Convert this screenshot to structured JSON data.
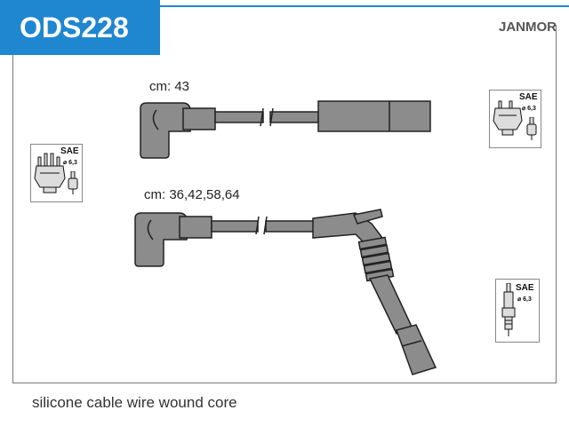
{
  "header": {
    "part_code": "ODS228",
    "brand": "JANMOR"
  },
  "cables": [
    {
      "length_label": "cm: 43"
    },
    {
      "length_label": "cm: 36,42,58,64"
    }
  ],
  "connectors": {
    "left_distributor": {
      "standard": "SAE",
      "diameter": "⌀ 6,3"
    },
    "right_distributor": {
      "standard": "SAE",
      "diameter": "⌀ 6,3"
    },
    "right_spark_plug": {
      "standard": "SAE",
      "diameter": "⌀ 6,3"
    }
  },
  "footer": {
    "description": "silicone cable wire wound core"
  },
  "colors": {
    "accent": "#1f86d0",
    "cable_fill": "#8c8c8c",
    "outline": "#222222"
  }
}
